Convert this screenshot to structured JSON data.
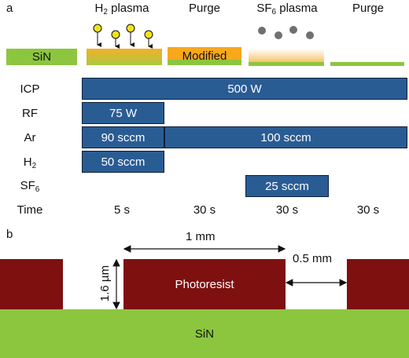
{
  "panel_a": {
    "letter": "a",
    "steps": [
      {
        "title_main": "H",
        "title_sub": "2",
        "title_rest": " plasma"
      },
      {
        "title_main": "Purge",
        "title_sub": "",
        "title_rest": ""
      },
      {
        "title_main": "SF",
        "title_sub": "6",
        "title_rest": " plasma"
      },
      {
        "title_main": "Purge",
        "title_sub": "",
        "title_rest": ""
      }
    ],
    "sin_label": "SiN",
    "modified_label": "Modified",
    "rows": {
      "icp": {
        "label": "ICP",
        "bar": "500 W"
      },
      "rf": {
        "label": "RF",
        "bar": "75 W"
      },
      "ar": {
        "label": "Ar",
        "bar1": "90 sccm",
        "bar2": "100 sccm"
      },
      "h2": {
        "label_main": "H",
        "label_sub": "2",
        "bar": "50 sccm"
      },
      "sf6": {
        "label_main": "SF",
        "label_sub": "6",
        "bar": "25 sccm"
      }
    },
    "time": {
      "label": "Time",
      "values": [
        "5 s",
        "30 s",
        "30 s",
        "30 s"
      ]
    },
    "colors": {
      "bar": "#2a5c94",
      "sin": "#8cc63e",
      "modified": "#f7a81b",
      "ion": "#f2e21a",
      "sf6_particle": "#707070"
    }
  },
  "panel_b": {
    "letter": "b",
    "width_label": "1 mm",
    "gap_label": "0.5 mm",
    "height_label": "1.6 µm",
    "photoresist_label": "Photoresist",
    "substrate_label": "SiN",
    "colors": {
      "photoresist": "#7e1010",
      "substrate": "#8cc63e"
    }
  }
}
